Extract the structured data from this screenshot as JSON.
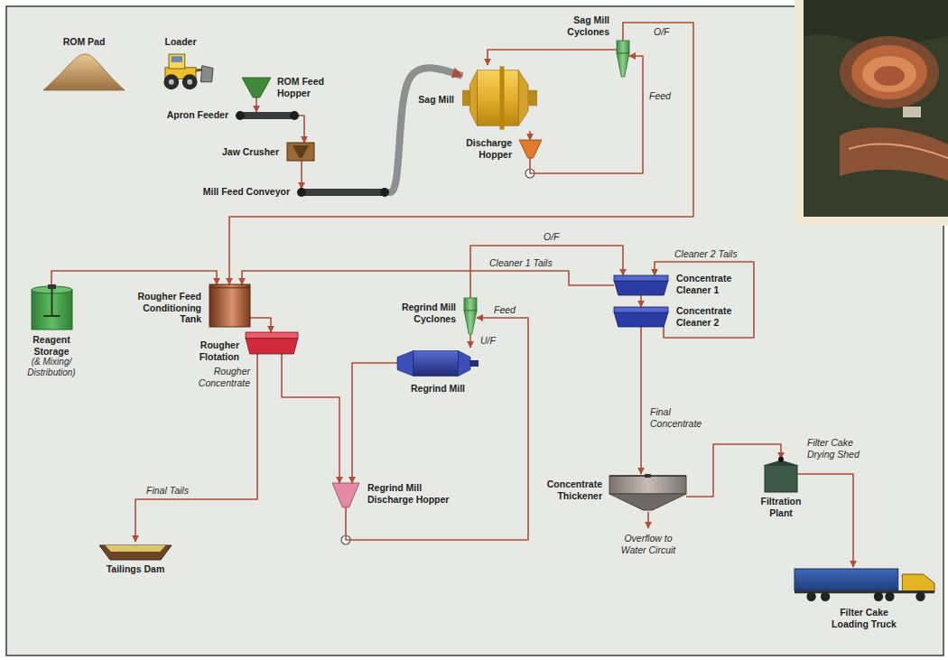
{
  "diagram": {
    "nodes": [
      {
        "text": [
          "ROM Pad"
        ]
      },
      {
        "text": [
          "Loader"
        ]
      },
      {
        "text": [
          "ROM Feed Hopper"
        ]
      },
      {
        "text": [
          "Apron Feeder"
        ]
      },
      {
        "text": [
          "Jaw Crusher"
        ]
      },
      {
        "text": [
          "Mill Feed Conveyor"
        ]
      },
      {
        "text": [
          "Sag Mill"
        ]
      },
      {
        "text": [
          "Sag Mill Cyclones"
        ]
      },
      {
        "text": [
          "Discharge Hopper"
        ]
      },
      {
        "text": [
          "Reagent Storage",
          "(& Mixing/ Distribution)"
        ]
      },
      {
        "text": [
          "Rougher Feed Conditioning Tank"
        ]
      },
      {
        "text": [
          "Rougher Flotation"
        ]
      },
      {
        "text": [
          "Regrind Mill Cyclones"
        ]
      },
      {
        "text": [
          "Regrind Mill"
        ]
      },
      {
        "text": [
          "Regrind Mill Discharge Hopper"
        ]
      },
      {
        "text": [
          "Concentrate Cleaner 1"
        ]
      },
      {
        "text": [
          "Concentrate Cleaner 2"
        ]
      },
      {
        "text": [
          "Tailings Dam"
        ]
      },
      {
        "text": [
          "Concentrate Thickener"
        ]
      },
      {
        "text": [
          "Filtration Plant"
        ]
      },
      {
        "text": [
          "Filter Cake Loading Truck"
        ]
      }
    ],
    "edges": [
      {
        "from": 2,
        "to": 3,
        "arrow": "to"
      },
      {
        "from": 3,
        "to": 4,
        "arrow": "to"
      },
      {
        "from": 4,
        "to": 5,
        "arrow": "to"
      },
      {
        "from": 5,
        "to": 6,
        "arrow": "to"
      },
      {
        "from": 6,
        "to": 8,
        "arrow": "to"
      },
      {
        "from": 8,
        "to": 7,
        "label": "Feed",
        "arrow": "to"
      },
      {
        "from": 7,
        "to": 6,
        "arrow": "to"
      },
      {
        "from": 7,
        "to": 10,
        "label": "O/F",
        "arrow": "to"
      },
      {
        "from": 9,
        "to": 10,
        "arrow": "to"
      },
      {
        "from": 10,
        "to": 11,
        "arrow": "to"
      },
      {
        "from": 11,
        "to": 17,
        "label": "Final Tails",
        "arrow": "to"
      },
      {
        "from": 11,
        "to": 14,
        "label": "Rougher Concentrate",
        "arrow": "to"
      },
      {
        "from": 14,
        "to": 12,
        "label": "Feed",
        "arrow": "to"
      },
      {
        "from": 12,
        "to": 13,
        "label": "U/F",
        "arrow": "to"
      },
      {
        "from": 13,
        "to": 14,
        "arrow": "to"
      },
      {
        "from": 12,
        "to": 15,
        "label": "O/F",
        "arrow": "to"
      },
      {
        "from": 15,
        "to": 10,
        "label": "Cleaner 1 Tails",
        "arrow": "to"
      },
      {
        "from": 15,
        "to": 16,
        "arrow": "to"
      },
      {
        "from": 16,
        "to": 15,
        "label": "Cleaner 2 Tails",
        "arrow": "to"
      },
      {
        "from": 16,
        "to": 18,
        "label": "Final Concentrate",
        "arrow": "to"
      },
      {
        "from": 18,
        "to": 19,
        "arrow": "to"
      },
      {
        "from": 19,
        "to": 20,
        "label": "Filter Cake Drying Shed",
        "arrow": "to"
      }
    ],
    "labels": [
      "Overflow to Water Circuit"
    ]
  }
}
